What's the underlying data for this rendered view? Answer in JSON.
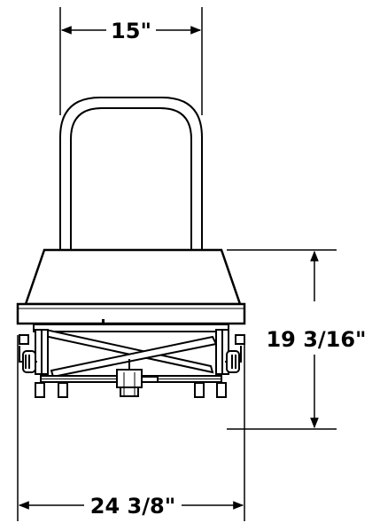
{
  "dimensions": {
    "top_width": "15\"",
    "height": "19 3/16\"",
    "bottom_width": "24 3/8\""
  },
  "colors": {
    "line": "#000000",
    "background": "#ffffff",
    "platform_fill": "#ffffff"
  }
}
